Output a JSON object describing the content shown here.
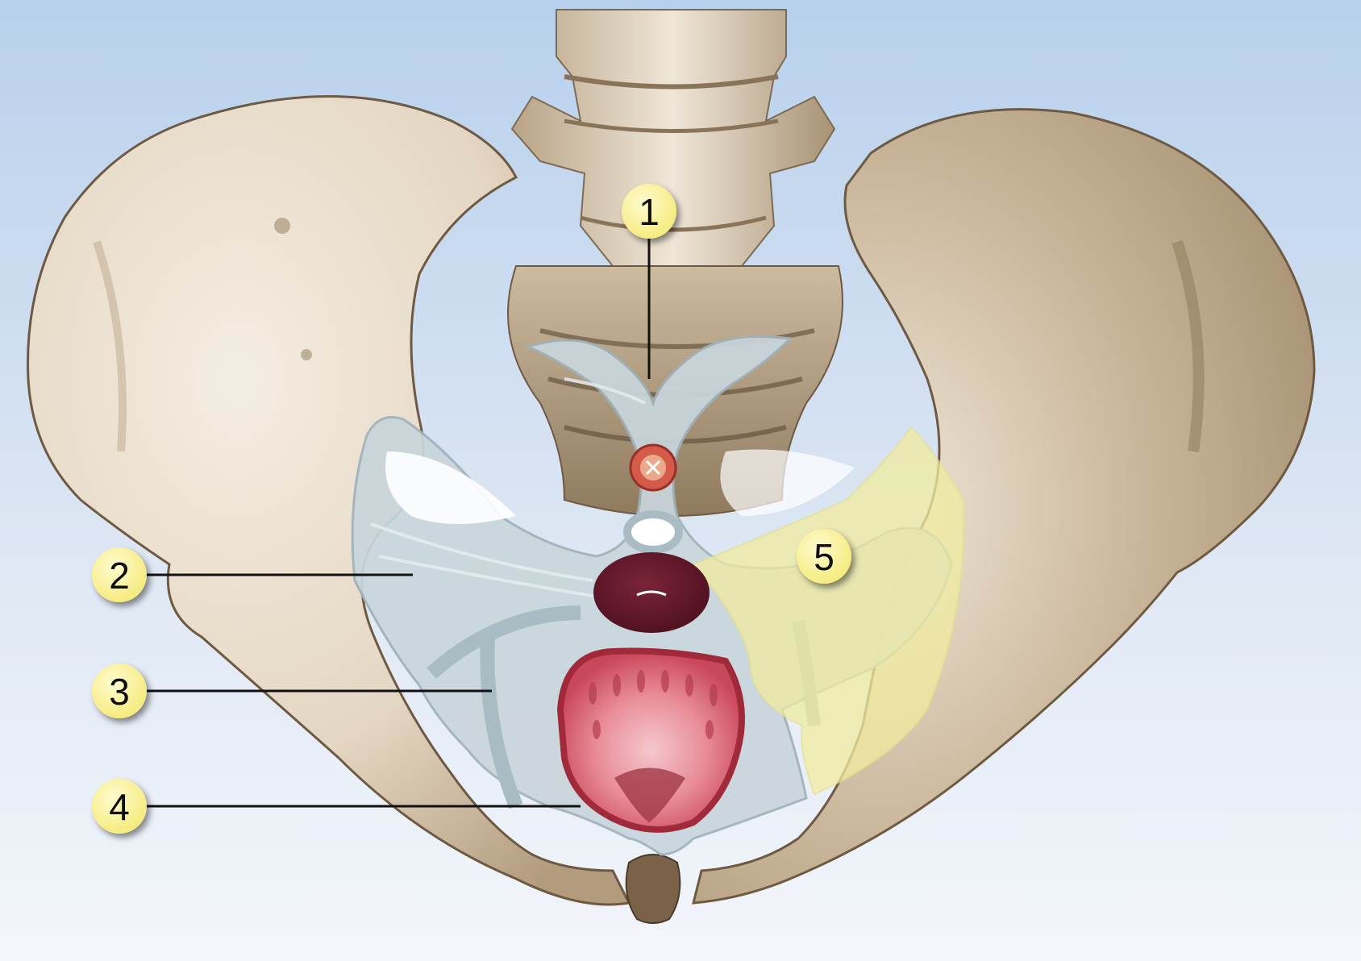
{
  "diagram": {
    "labels": [
      {
        "id": "1",
        "text": "1"
      },
      {
        "id": "2",
        "text": "2"
      },
      {
        "id": "3",
        "text": "3"
      },
      {
        "id": "4",
        "text": "4"
      },
      {
        "id": "5",
        "text": "5"
      }
    ]
  },
  "colors": {
    "background_top": "#b8d0ec",
    "background_bottom": "#f3f6fb",
    "bone_light": "#efe6d8",
    "bone_shadow": "#a48d6f",
    "fascia": "#c9d6dc",
    "fascia_edge": "#9fb2ba",
    "highlight_region": "#f1eca0",
    "rectum": "#5e1628",
    "bladder_outer": "#c9475a",
    "bladder_inner": "#e98c98",
    "urethra": "#d45a4a",
    "label_fill": "#fbf39a",
    "leader_line": "#111111"
  }
}
